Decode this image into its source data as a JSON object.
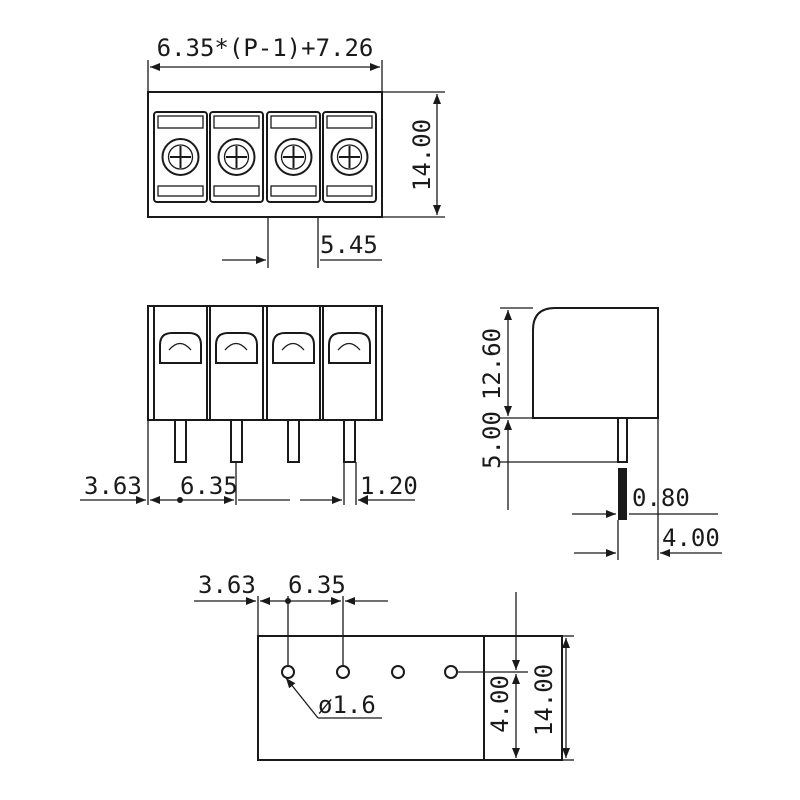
{
  "top_view": {
    "width_formula": "6.35*(P-1)+7.26",
    "height": "14.00",
    "pitch": "5.45"
  },
  "front_view": {
    "left_offset": "3.63",
    "pitch": "6.35",
    "pin_width": "1.20"
  },
  "side_view": {
    "body_height": "12.60",
    "pin_length": "5.00",
    "pin_thickness": "0.80",
    "pin_offset": "4.00"
  },
  "footprint": {
    "left_offset": "3.63",
    "pitch": "6.35",
    "hole_diameter": "ø1.6",
    "hole_row_offset": "4.00",
    "depth": "14.00"
  }
}
